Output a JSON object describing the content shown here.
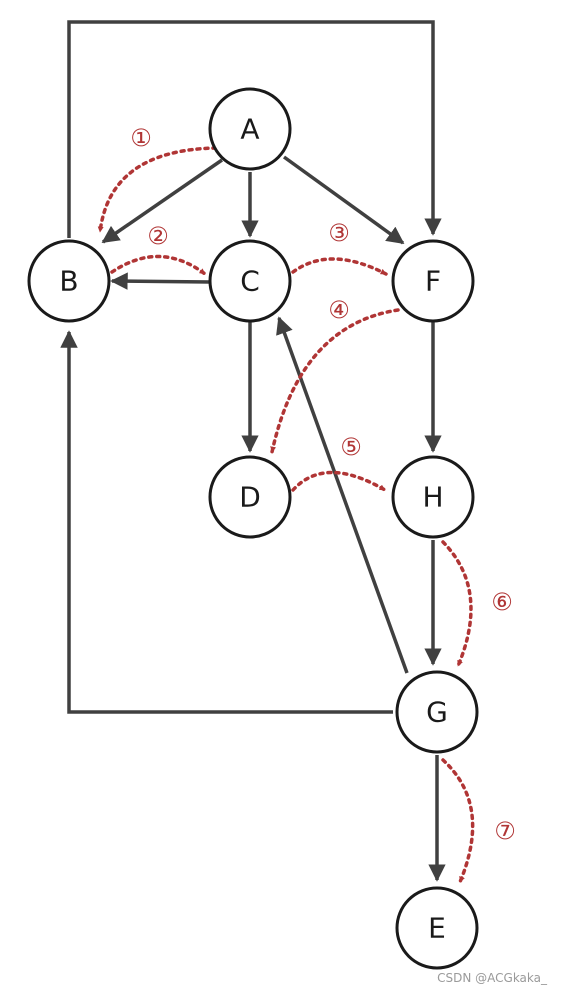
{
  "nodes": {
    "A": "A",
    "B": "B",
    "C": "C",
    "D": "D",
    "E": "E",
    "F": "F",
    "G": "G",
    "H": "H"
  },
  "edges": [
    {
      "from": "A",
      "to": "B"
    },
    {
      "from": "A",
      "to": "C"
    },
    {
      "from": "A",
      "to": "F"
    },
    {
      "from": "C",
      "to": "B"
    },
    {
      "from": "C",
      "to": "D"
    },
    {
      "from": "B",
      "to": "F"
    },
    {
      "from": "F",
      "to": "H"
    },
    {
      "from": "H",
      "to": "G"
    },
    {
      "from": "G",
      "to": "B"
    },
    {
      "from": "G",
      "to": "C"
    },
    {
      "from": "G",
      "to": "E"
    }
  ],
  "traversal_steps": [
    {
      "label": "①",
      "from": "A",
      "to": "B"
    },
    {
      "label": "②",
      "from": "B",
      "to": "C"
    },
    {
      "label": "③",
      "from": "C",
      "to": "F"
    },
    {
      "label": "④",
      "from": "F",
      "to": "D"
    },
    {
      "label": "⑤",
      "from": "D",
      "to": "H"
    },
    {
      "label": "⑥",
      "from": "H",
      "to": "G"
    },
    {
      "label": "⑦",
      "from": "G",
      "to": "E"
    }
  ],
  "colors": {
    "edge": "#404040",
    "traversal": "#b03535",
    "node_stroke": "#1a1a1a"
  },
  "watermark": "CSDN @ACGkaka_"
}
